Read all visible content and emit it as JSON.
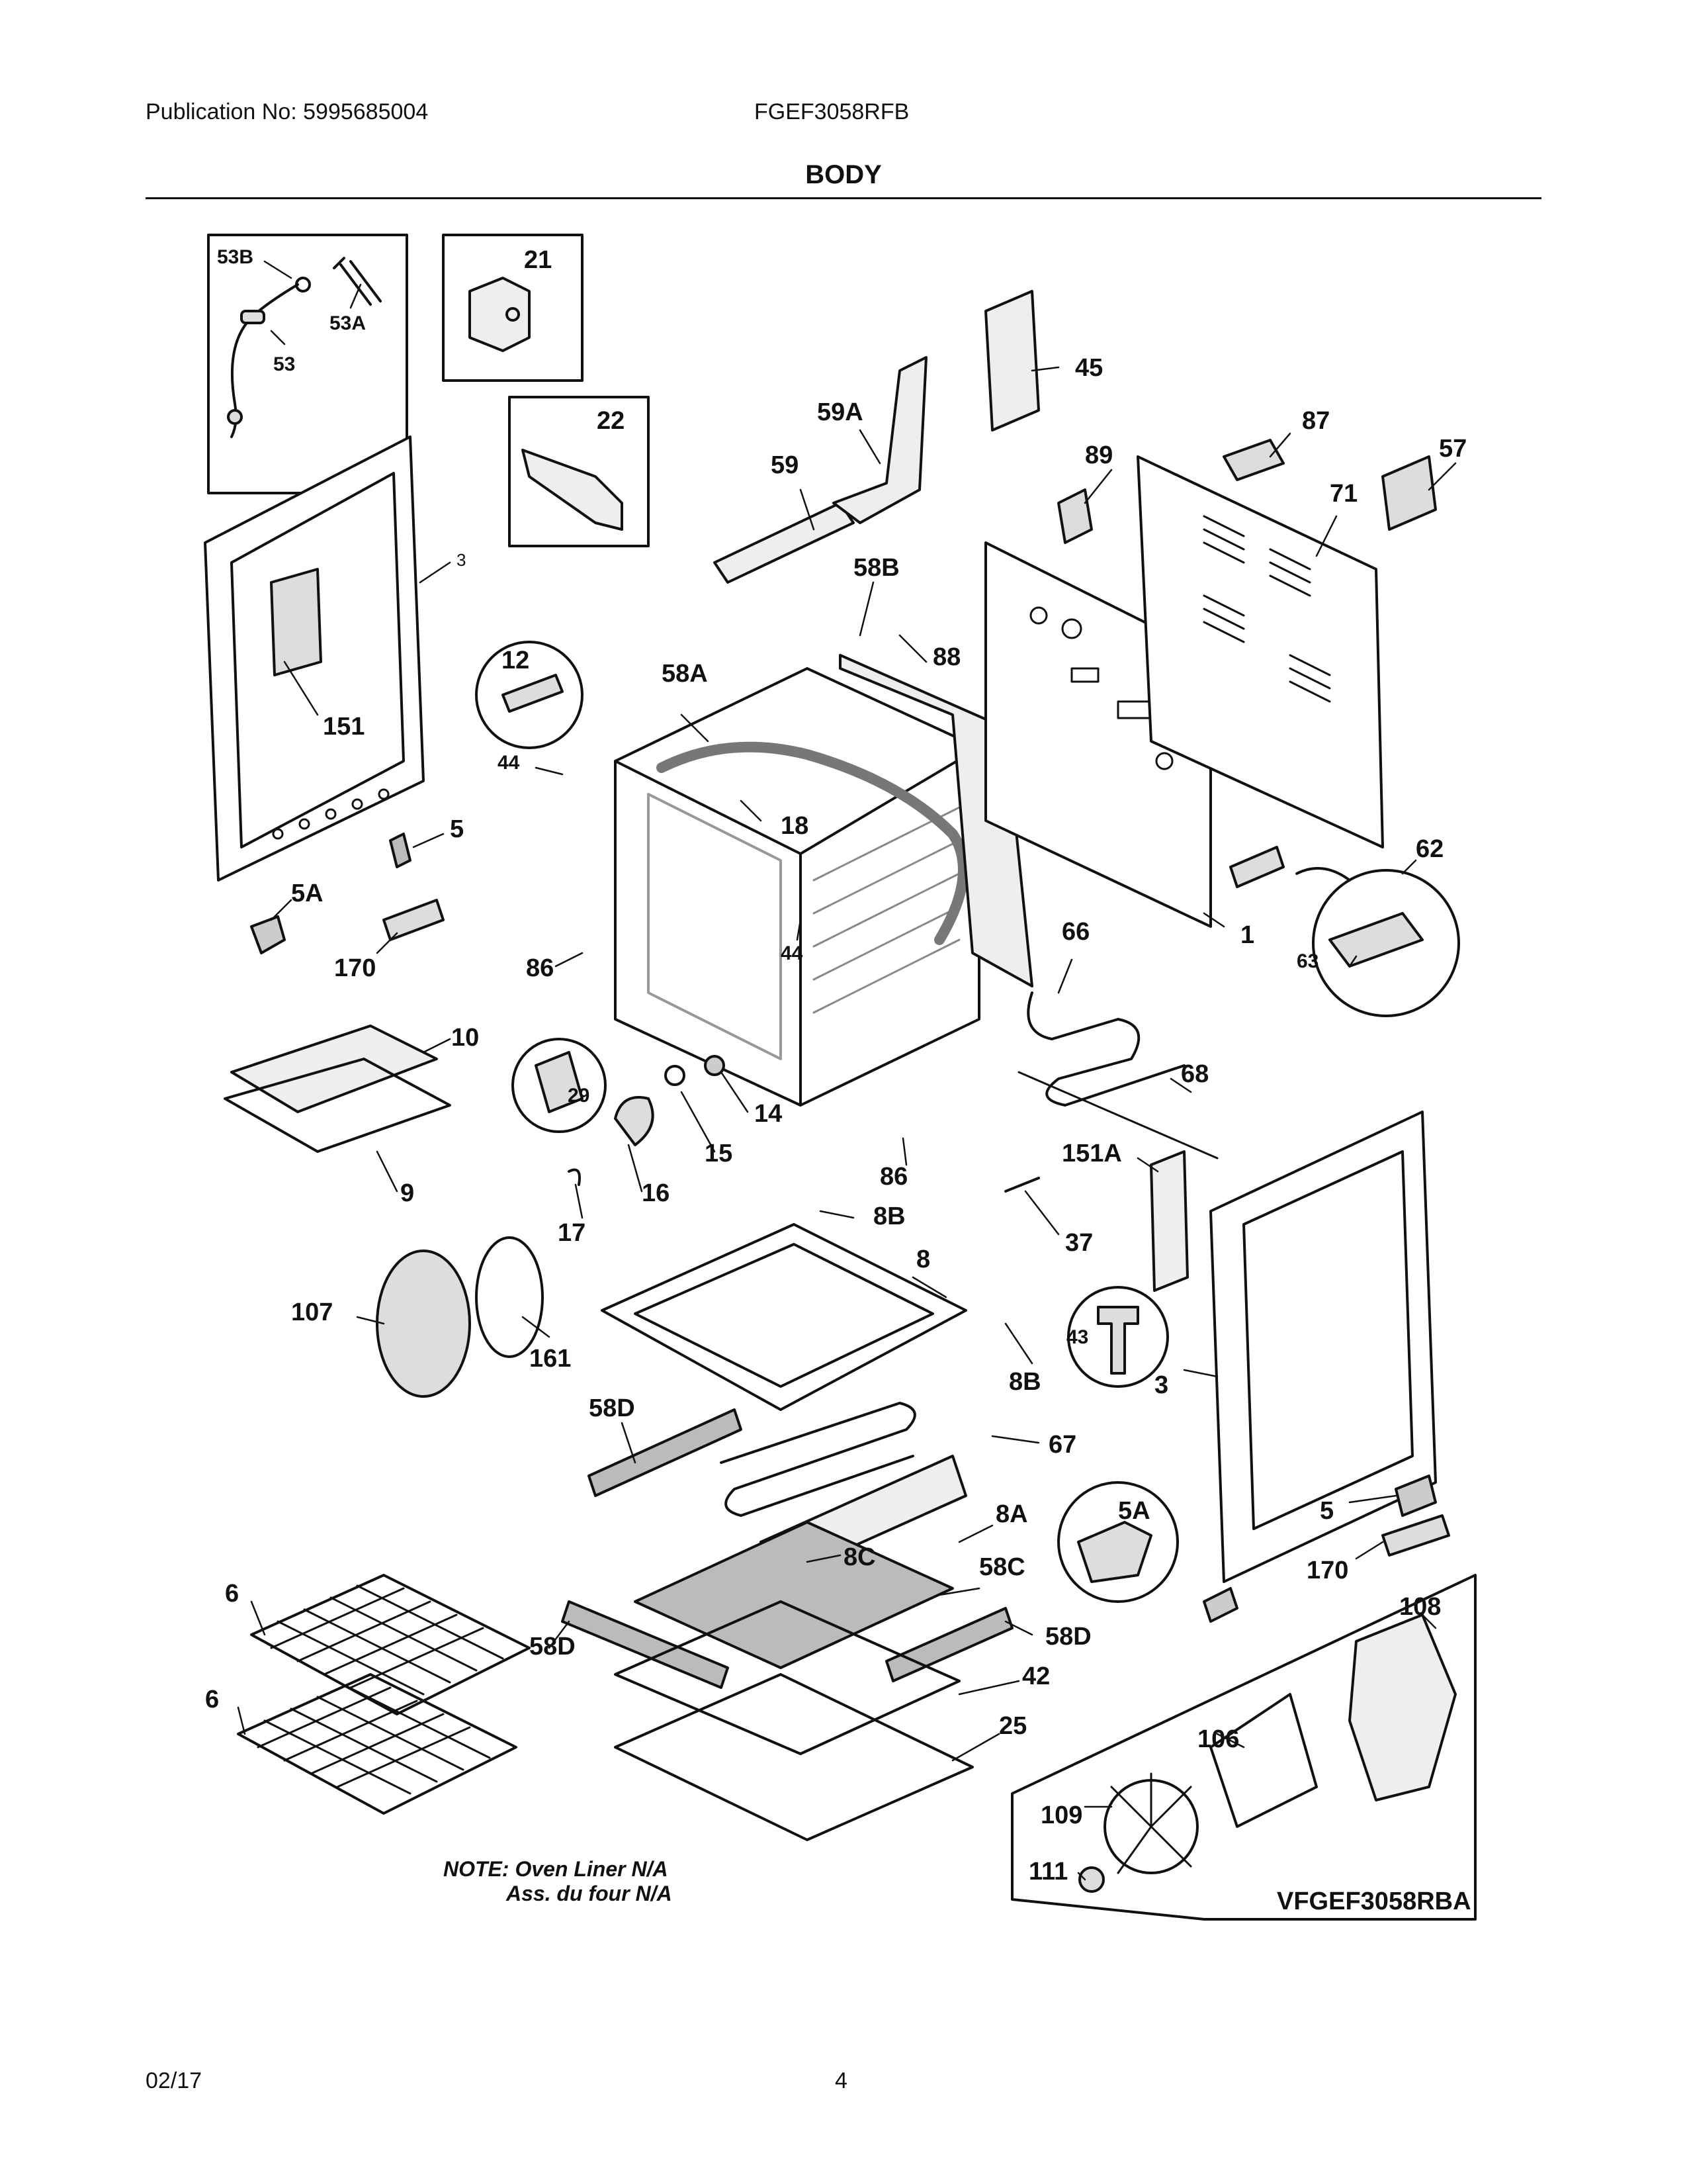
{
  "header": {
    "publication": "Publication No: 5995685004",
    "model": "FGEF3058RFB",
    "section_title": "BODY"
  },
  "footer": {
    "date": "02/17",
    "page_number": "4"
  },
  "note": {
    "line1": "NOTE: Oven Liner N/A",
    "line2": "Ass. du four N/A"
  },
  "inset_code": "VFGEF3058RBA",
  "parts": {
    "p53B": "53B",
    "p53A": "53A",
    "p53": "53",
    "p21": "21",
    "p22": "22",
    "p3_left": "3",
    "p151": "151",
    "p12": "12",
    "p44_a": "44",
    "p5_left": "5",
    "p5A_left": "5A",
    "p170_left": "170",
    "p86_left": "86",
    "p10": "10",
    "p9": "9",
    "p29": "29",
    "p14": "14",
    "p15": "15",
    "p16": "16",
    "p17": "17",
    "p107": "107",
    "p161": "161",
    "p58A": "58A",
    "p18": "18",
    "p44_b": "44",
    "p59A": "59A",
    "p59": "59",
    "p58B": "58B",
    "p88": "88",
    "p45": "45",
    "p89": "89",
    "p87": "87",
    "p57": "57",
    "p71": "71",
    "p1": "1",
    "p62": "62",
    "p63": "63",
    "p66": "66",
    "p68": "68",
    "p86_right": "86",
    "p151A": "151A",
    "p37": "37",
    "p8B_top": "8B",
    "p8": "8",
    "p43": "43",
    "p8B_bottom": "8B",
    "p3_right": "3",
    "p58D_top": "58D",
    "p67": "67",
    "p8A": "8A",
    "p8C": "8C",
    "p58C": "58C",
    "p58D_right": "58D",
    "p58D_left": "58D",
    "p42": "42",
    "p25": "25",
    "p6_top": "6",
    "p6_bottom": "6",
    "p5A_right": "5A",
    "p5_right": "5",
    "p170_right": "170",
    "p108": "108",
    "p106": "106",
    "p109": "109",
    "p111": "111"
  },
  "colors": {
    "line": "#111111",
    "shade": "#9a9a9a",
    "light": "#e6e6e6"
  }
}
